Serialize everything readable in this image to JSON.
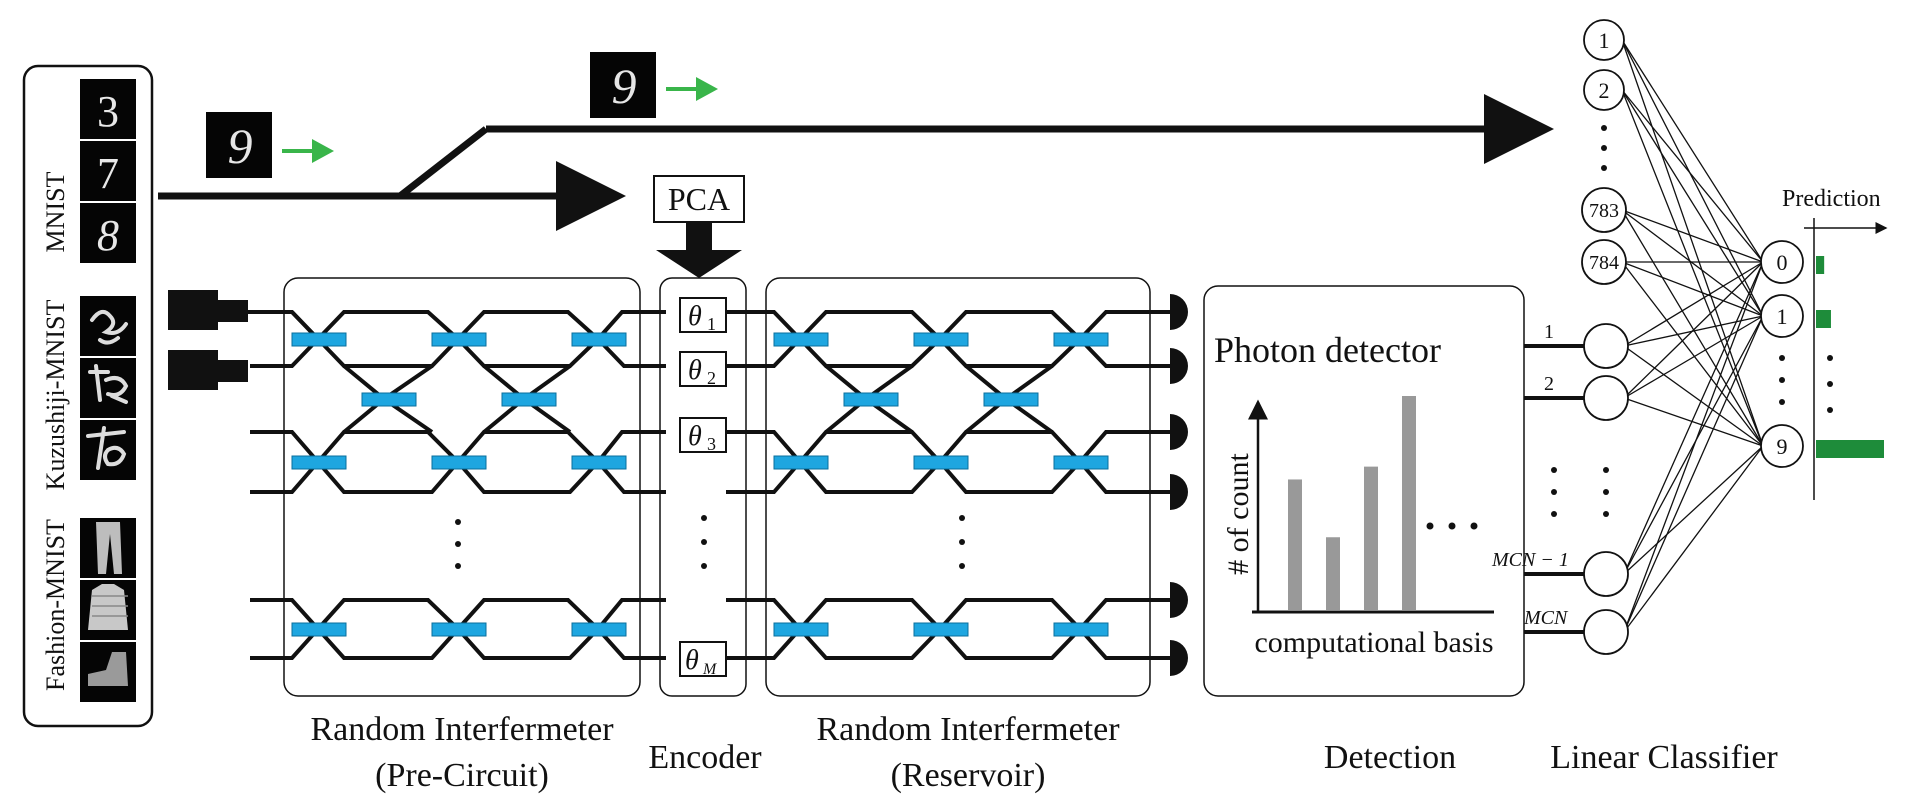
{
  "datasets": {
    "mnist_label": "MNIST",
    "kuzushiji_label": "Kuzushiji-MNIST",
    "fashion_label": "Fashion-MNIST",
    "mnist_digits": [
      "3",
      "7",
      "8"
    ]
  },
  "flow": {
    "input_digit": "9",
    "pca_label": "PCA"
  },
  "encoder": {
    "theta_symbol": "θ",
    "theta_indices": [
      "1",
      "2",
      "3",
      "M"
    ]
  },
  "detection": {
    "title": "Photon detector",
    "ylabel": "# of count",
    "xlabel": "computational basis",
    "ellipsis": "• • •"
  },
  "classifier": {
    "input_nodes": [
      "1",
      "2",
      "783",
      "784"
    ],
    "output_nodes": [
      "0",
      "1",
      "9"
    ],
    "hidden_labels": [
      "1",
      "2",
      "MCN − 1",
      "MCN"
    ],
    "prediction_label": "Prediction",
    "prediction_colors": {
      "bar": "#1e8c3a"
    }
  },
  "section_labels": {
    "pre_circuit_line1": "Random Interfermeter",
    "pre_circuit_line2": "(Pre-Circuit)",
    "encoder": "Encoder",
    "reservoir_line1": "Random Interfermeter",
    "reservoir_line2": "(Reservoir)",
    "detection": "Detection",
    "classifier": "Linear Classifier"
  },
  "colors": {
    "beamsplitter": "#1ea6e0",
    "arrow_green": "#39b54a",
    "bars": "#999999",
    "ink": "#111111"
  },
  "chart_data": {
    "type": "bar",
    "categories": [
      "",
      "",
      "",
      ""
    ],
    "values": [
      0.61,
      0.34,
      0.67,
      1.0
    ],
    "title": "Photon detector",
    "xlabel": "computational basis",
    "ylabel": "# of count"
  },
  "prediction_chart": {
    "type": "bar",
    "categories": [
      "0",
      "1",
      "9"
    ],
    "values": [
      0.12,
      0.22,
      1.0
    ]
  }
}
